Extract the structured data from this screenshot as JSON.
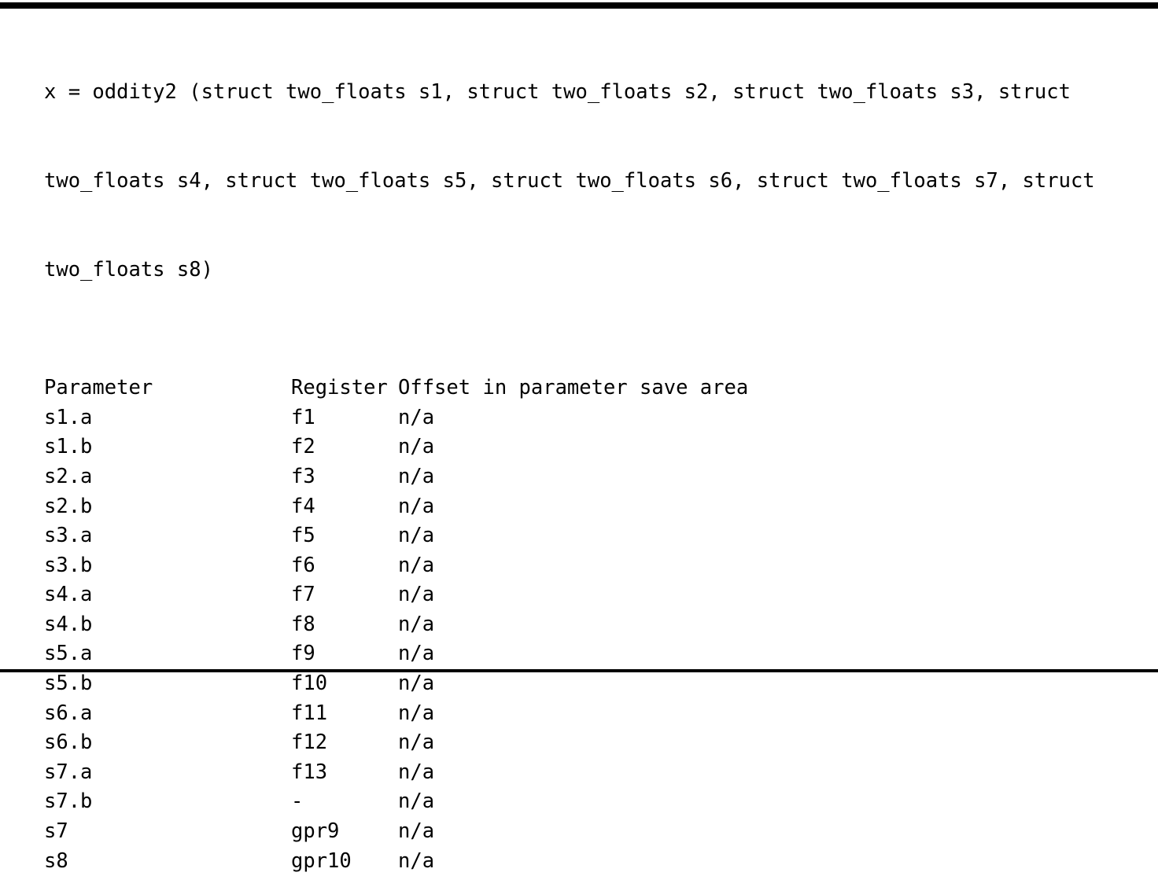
{
  "document": {
    "signature_lines": [
      "x = oddity2 (struct two_floats s1, struct two_floats s2, struct two_floats s3, struct",
      "two_floats s4, struct two_floats s5, struct two_floats s6, struct two_floats s7, struct",
      "two_floats s8)"
    ],
    "table": {
      "headers": {
        "parameter": "Parameter",
        "register": "Register",
        "offset": "Offset in parameter save area"
      },
      "rows": [
        {
          "parameter": "s1.a",
          "register": "f1",
          "offset": "n/a"
        },
        {
          "parameter": "s1.b",
          "register": "f2",
          "offset": "n/a"
        },
        {
          "parameter": "s2.a",
          "register": "f3",
          "offset": "n/a"
        },
        {
          "parameter": "s2.b",
          "register": "f4",
          "offset": "n/a"
        },
        {
          "parameter": "s3.a",
          "register": "f5",
          "offset": "n/a"
        },
        {
          "parameter": "s3.b",
          "register": "f6",
          "offset": "n/a"
        },
        {
          "parameter": "s4.a",
          "register": "f7",
          "offset": "n/a"
        },
        {
          "parameter": "s4.b",
          "register": "f8",
          "offset": "n/a"
        },
        {
          "parameter": "s5.a",
          "register": "f9",
          "offset": "n/a"
        },
        {
          "parameter": "s5.b",
          "register": "f10",
          "offset": "n/a"
        },
        {
          "parameter": "s6.a",
          "register": "f11",
          "offset": "n/a"
        },
        {
          "parameter": "s6.b",
          "register": "f12",
          "offset": "n/a"
        },
        {
          "parameter": "s7.a",
          "register": "f13",
          "offset": "n/a"
        },
        {
          "parameter": "s7.b",
          "register": "-",
          "offset": "n/a"
        },
        {
          "parameter": "s7",
          "register": "gpr9",
          "offset": "n/a"
        },
        {
          "parameter": "s8",
          "register": "gpr10",
          "offset": "n/a"
        }
      ]
    }
  },
  "colors": {
    "background": "#ffffff",
    "text": "#000000",
    "rule": "#000000"
  }
}
